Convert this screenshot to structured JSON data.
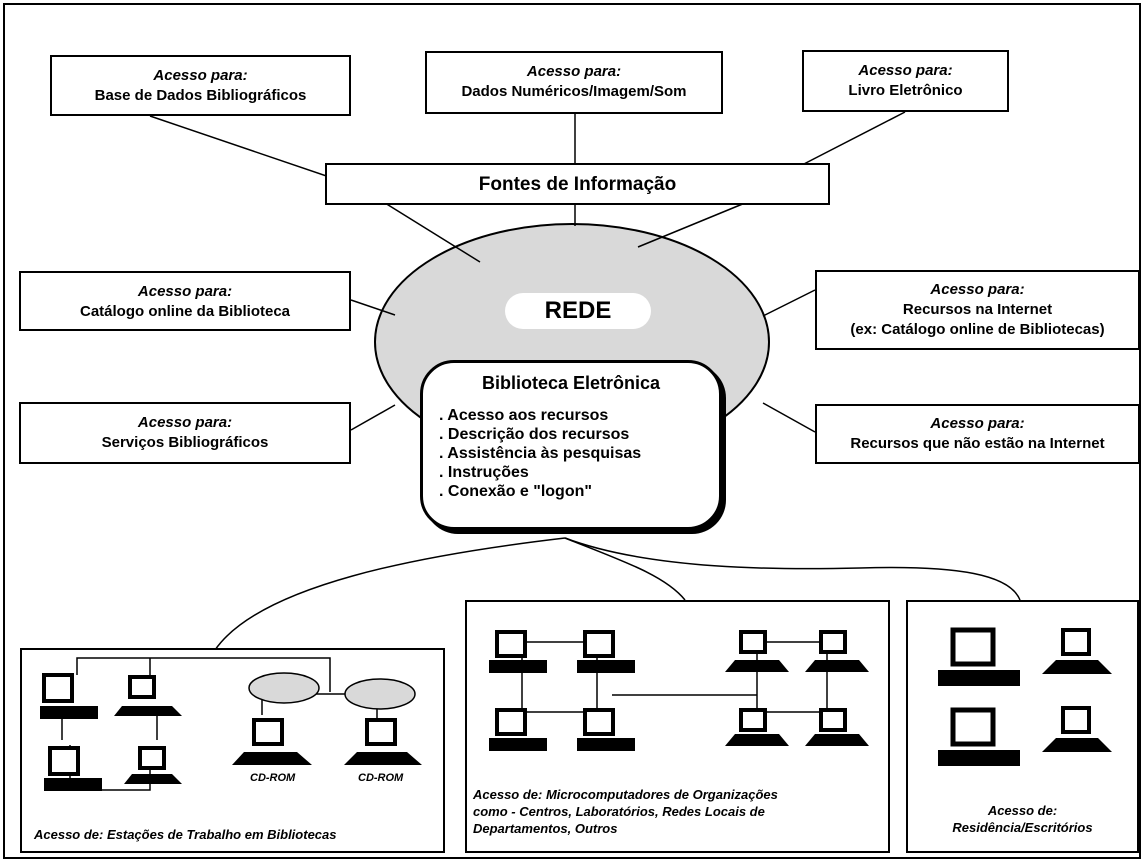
{
  "access_prefix_para": "Acesso para:",
  "sources": {
    "bibliographic_db": "Base de Dados Bibliográficos",
    "numeric_data": "Dados Numéricos/Imagem/Som",
    "ebook": "Livro Eletrônico"
  },
  "hub_title": "Fontes de Informação",
  "network_label": "REDE",
  "left": {
    "catalog": "Catálogo online da Biblioteca",
    "services": "Serviços Bibliográficos"
  },
  "right": {
    "internet_resources_line1": "Recursos na Internet",
    "internet_resources_line2": "(ex: Catálogo online de Bibliotecas)",
    "non_internet": "Recursos que não estão na Internet"
  },
  "library": {
    "title": "Biblioteca Eletrônica",
    "items": [
      ". Acesso aos recursos",
      ". Descrição dos recursos",
      ". Assistência às pesquisas",
      ". Instruções",
      ". Conexão e \"logon\""
    ]
  },
  "panels": {
    "workstations": {
      "caption": "Acesso de: Estações de Trabalho em Bibliotecas",
      "cdrom": "CD-ROM"
    },
    "organizations": {
      "caption_line1": "Acesso de: Microcomputadores de Organizações",
      "caption_line2": "como - Centros, Laboratórios, Redes Locais de",
      "caption_line3": "Departamentos, Outros"
    },
    "residence": {
      "caption_line1": "Acesso de:",
      "caption_line2": "Residência/Escritórios"
    }
  }
}
